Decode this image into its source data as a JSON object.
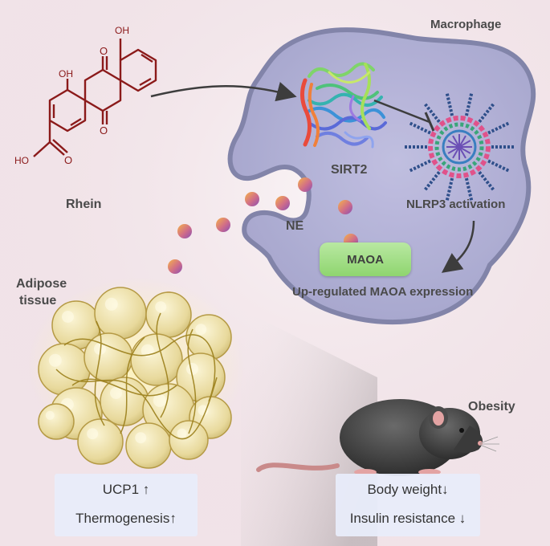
{
  "labels": {
    "macrophage": "Macrophage",
    "rhein": "Rhein",
    "sirt2": "SIRT2",
    "nlrp3": "NLRP3 activation",
    "ne": "NE",
    "maoa": "MAOA",
    "maoa_expression": "Up-regulated MAOA expression",
    "adipose_line1": "Adipose",
    "adipose_line2": "tissue",
    "obesity": "Obesity"
  },
  "molecule_atoms": {
    "oh_top": "OH",
    "o_top": "O",
    "oh_left": "OH",
    "o_bottom": "O",
    "ho": "HO",
    "o_carboxyl": "O"
  },
  "left_box": {
    "line1": "UCP1 ↑",
    "line2": "Thermogenesis↑"
  },
  "right_box": {
    "line1": "Body weight↓",
    "line2": "Insulin resistance ↓"
  },
  "colors": {
    "background": "#f3e6ea",
    "cell_fill": "#a9a9cf",
    "cell_outline": "#7f82a8",
    "molecule": "#8b1a1a",
    "maoa_green": "#9ddc80",
    "fat_cell": "#e9dca0",
    "mouse": "#3a3a3a"
  }
}
